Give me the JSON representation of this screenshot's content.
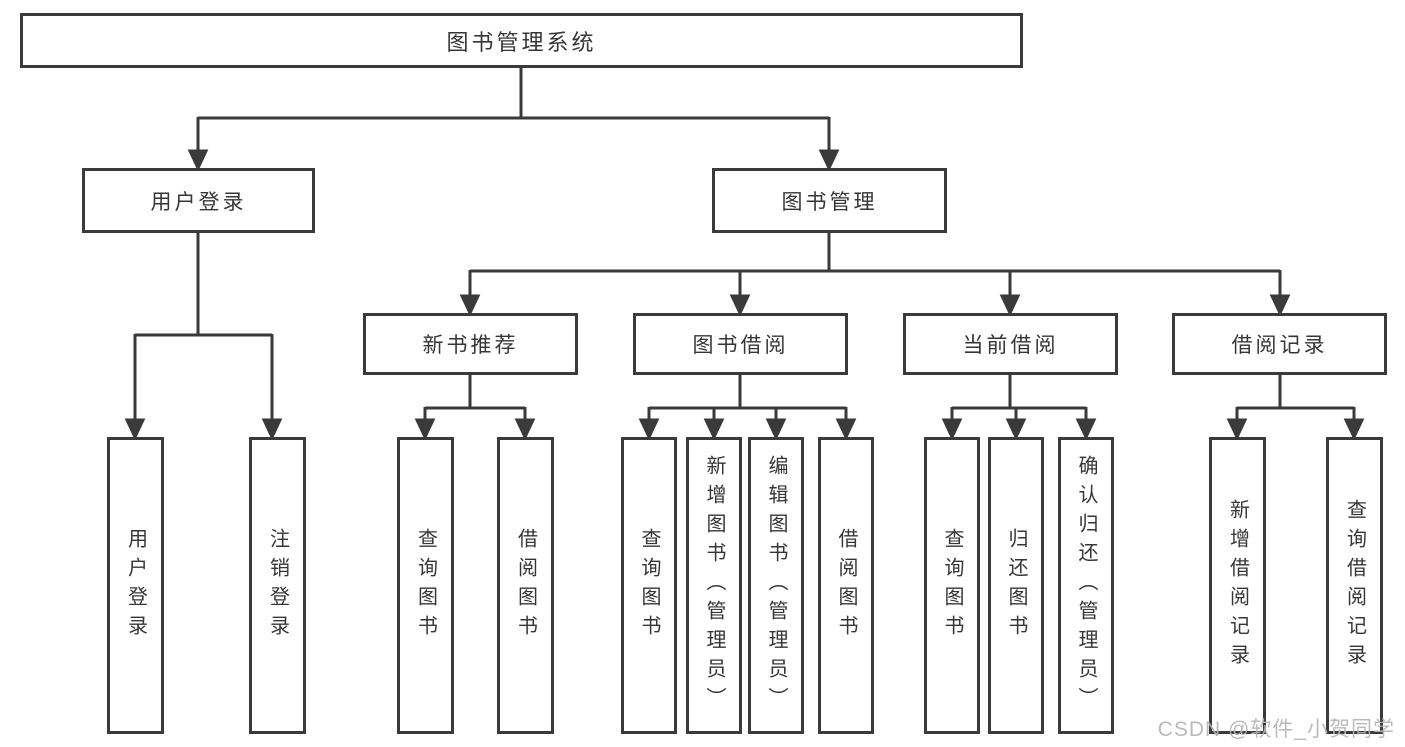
{
  "diagram_title": "图书管理系统",
  "colors": {
    "line": "#3a3a3a",
    "box_border": "#3a3a3a",
    "text": "#363636",
    "background": "#ffffff",
    "watermark": "#b5b5b5"
  },
  "tree": {
    "label": "图书管理系统",
    "children": [
      {
        "label": "用户登录",
        "children": [
          {
            "label": "用户登录"
          },
          {
            "label": "注销登录"
          }
        ]
      },
      {
        "label": "图书管理",
        "children": [
          {
            "label": "新书推荐",
            "children": [
              {
                "label": "查询图书"
              },
              {
                "label": "借阅图书"
              }
            ]
          },
          {
            "label": "图书借阅",
            "children": [
              {
                "label": "查询图书"
              },
              {
                "label": "新增图书（管理员）"
              },
              {
                "label": "编辑图书（管理员）"
              },
              {
                "label": "借阅图书"
              }
            ]
          },
          {
            "label": "当前借阅",
            "children": [
              {
                "label": "查询图书"
              },
              {
                "label": "归还图书"
              },
              {
                "label": "确认归还（管理员）"
              }
            ]
          },
          {
            "label": "借阅记录",
            "children": [
              {
                "label": "新增借阅记录"
              },
              {
                "label": "查询借阅记录"
              }
            ]
          }
        ]
      }
    ]
  },
  "watermark": {
    "text": "CSDN @软件_小贺同学"
  }
}
